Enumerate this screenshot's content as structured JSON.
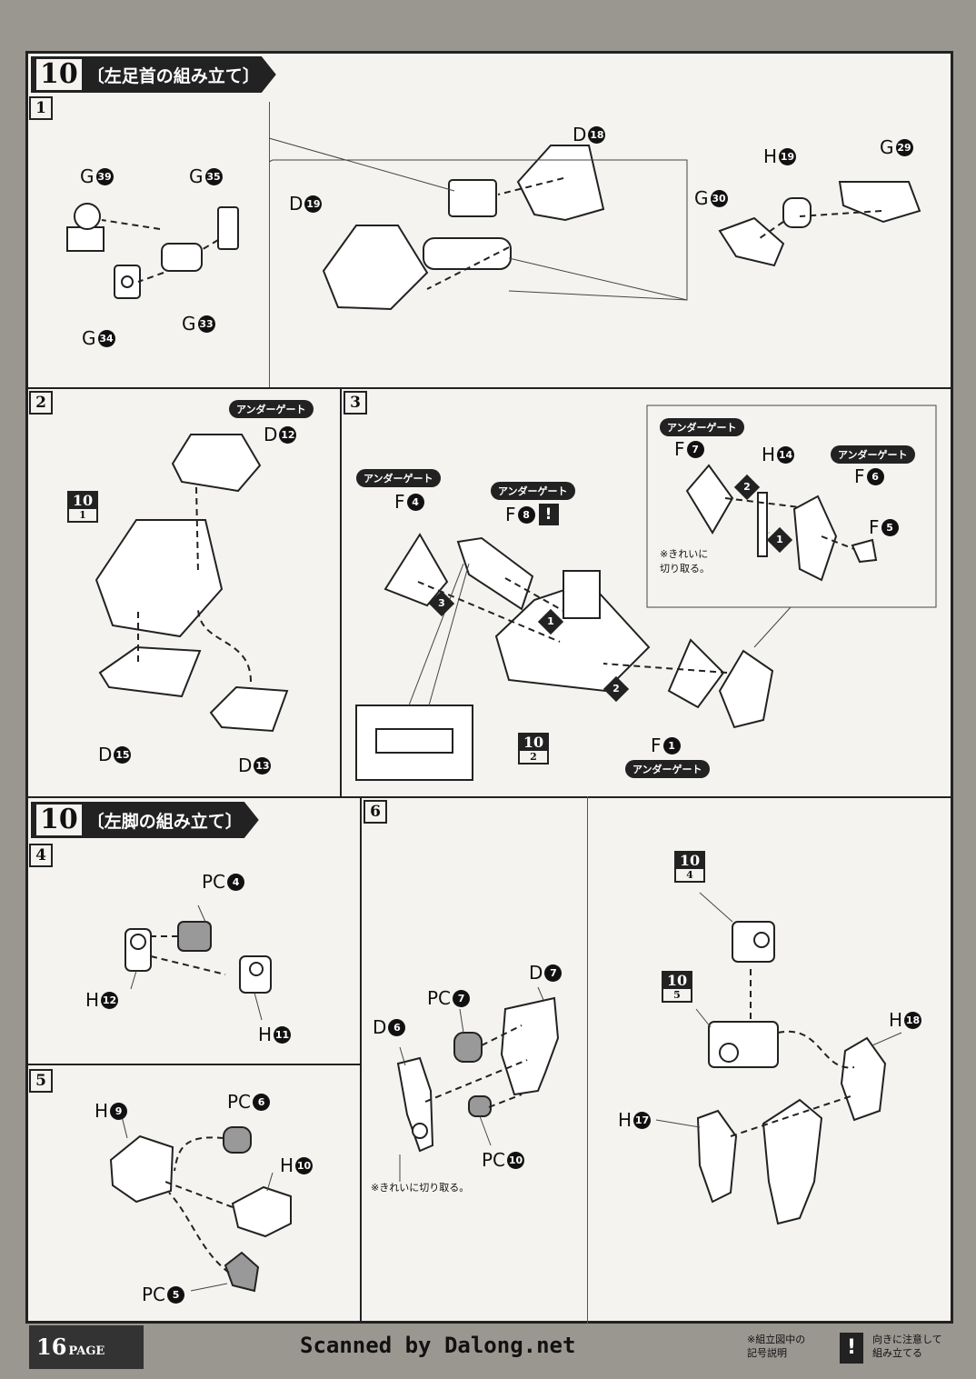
{
  "sections": {
    "ankle": {
      "num": "10",
      "title": "〔左足首の組み立て〕"
    },
    "leg": {
      "num": "10",
      "title": "〔左脚の組み立て〕"
    }
  },
  "steps": {
    "s1": {
      "num": "1",
      "labels": {
        "g39": {
          "letter": "G",
          "n": "39"
        },
        "g35": {
          "letter": "G",
          "n": "35"
        },
        "g33": {
          "letter": "G",
          "n": "33"
        },
        "g34": {
          "letter": "G",
          "n": "34"
        },
        "d18": {
          "letter": "D",
          "n": "18"
        },
        "d19": {
          "letter": "D",
          "n": "19"
        },
        "h19": {
          "letter": "H",
          "n": "19"
        },
        "g29": {
          "letter": "G",
          "n": "29"
        },
        "g30": {
          "letter": "G",
          "n": "30"
        }
      }
    },
    "s2": {
      "num": "2",
      "gate": "アンダーゲート",
      "ref": {
        "top": "10",
        "bottom": "1"
      },
      "labels": {
        "d12": {
          "letter": "D",
          "n": "12"
        },
        "d15": {
          "letter": "D",
          "n": "15"
        },
        "d13": {
          "letter": "D",
          "n": "13"
        }
      }
    },
    "s3": {
      "num": "3",
      "gates": [
        "アンダーゲート",
        "アンダーゲート",
        "アンダーゲート",
        "アンダーゲート",
        "アンダーゲート"
      ],
      "ref": {
        "top": "10",
        "bottom": "2"
      },
      "note": "※きれいに\n切り取る。",
      "order": [
        "1",
        "2",
        "3",
        "1",
        "2"
      ],
      "excl": "!",
      "labels": {
        "f4": {
          "letter": "F",
          "n": "4"
        },
        "f8": {
          "letter": "F",
          "n": "8"
        },
        "f1": {
          "letter": "F",
          "n": "1"
        },
        "f7": {
          "letter": "F",
          "n": "7"
        },
        "h14": {
          "letter": "H",
          "n": "14"
        },
        "f6": {
          "letter": "F",
          "n": "6"
        },
        "f5": {
          "letter": "F",
          "n": "5"
        }
      }
    },
    "s4": {
      "num": "4",
      "labels": {
        "pc4": {
          "letter": "PC",
          "n": "4"
        },
        "h12": {
          "letter": "H",
          "n": "12"
        },
        "h11": {
          "letter": "H",
          "n": "11"
        }
      }
    },
    "s5": {
      "num": "5",
      "labels": {
        "h9": {
          "letter": "H",
          "n": "9"
        },
        "pc6": {
          "letter": "PC",
          "n": "6"
        },
        "h10": {
          "letter": "H",
          "n": "10"
        },
        "pc5": {
          "letter": "PC",
          "n": "5"
        }
      }
    },
    "s6": {
      "num": "6",
      "note": "※きれいに切り取る。",
      "refs": [
        {
          "top": "10",
          "bottom": "4"
        },
        {
          "top": "10",
          "bottom": "5"
        }
      ],
      "labels": {
        "d7": {
          "letter": "D",
          "n": "7"
        },
        "pc7": {
          "letter": "PC",
          "n": "7"
        },
        "d6": {
          "letter": "D",
          "n": "6"
        },
        "pc10": {
          "letter": "PC",
          "n": "10"
        },
        "h18": {
          "letter": "H",
          "n": "18"
        },
        "h17": {
          "letter": "H",
          "n": "17"
        }
      }
    }
  },
  "footer": {
    "page_num": "16",
    "page_word": "PAGE",
    "credit": "Scanned by Dalong.net",
    "legend_title": "※組立図中の\n記号説明",
    "legend_excl": "!",
    "legend_text": "向きに注意して\n組み立てる"
  }
}
